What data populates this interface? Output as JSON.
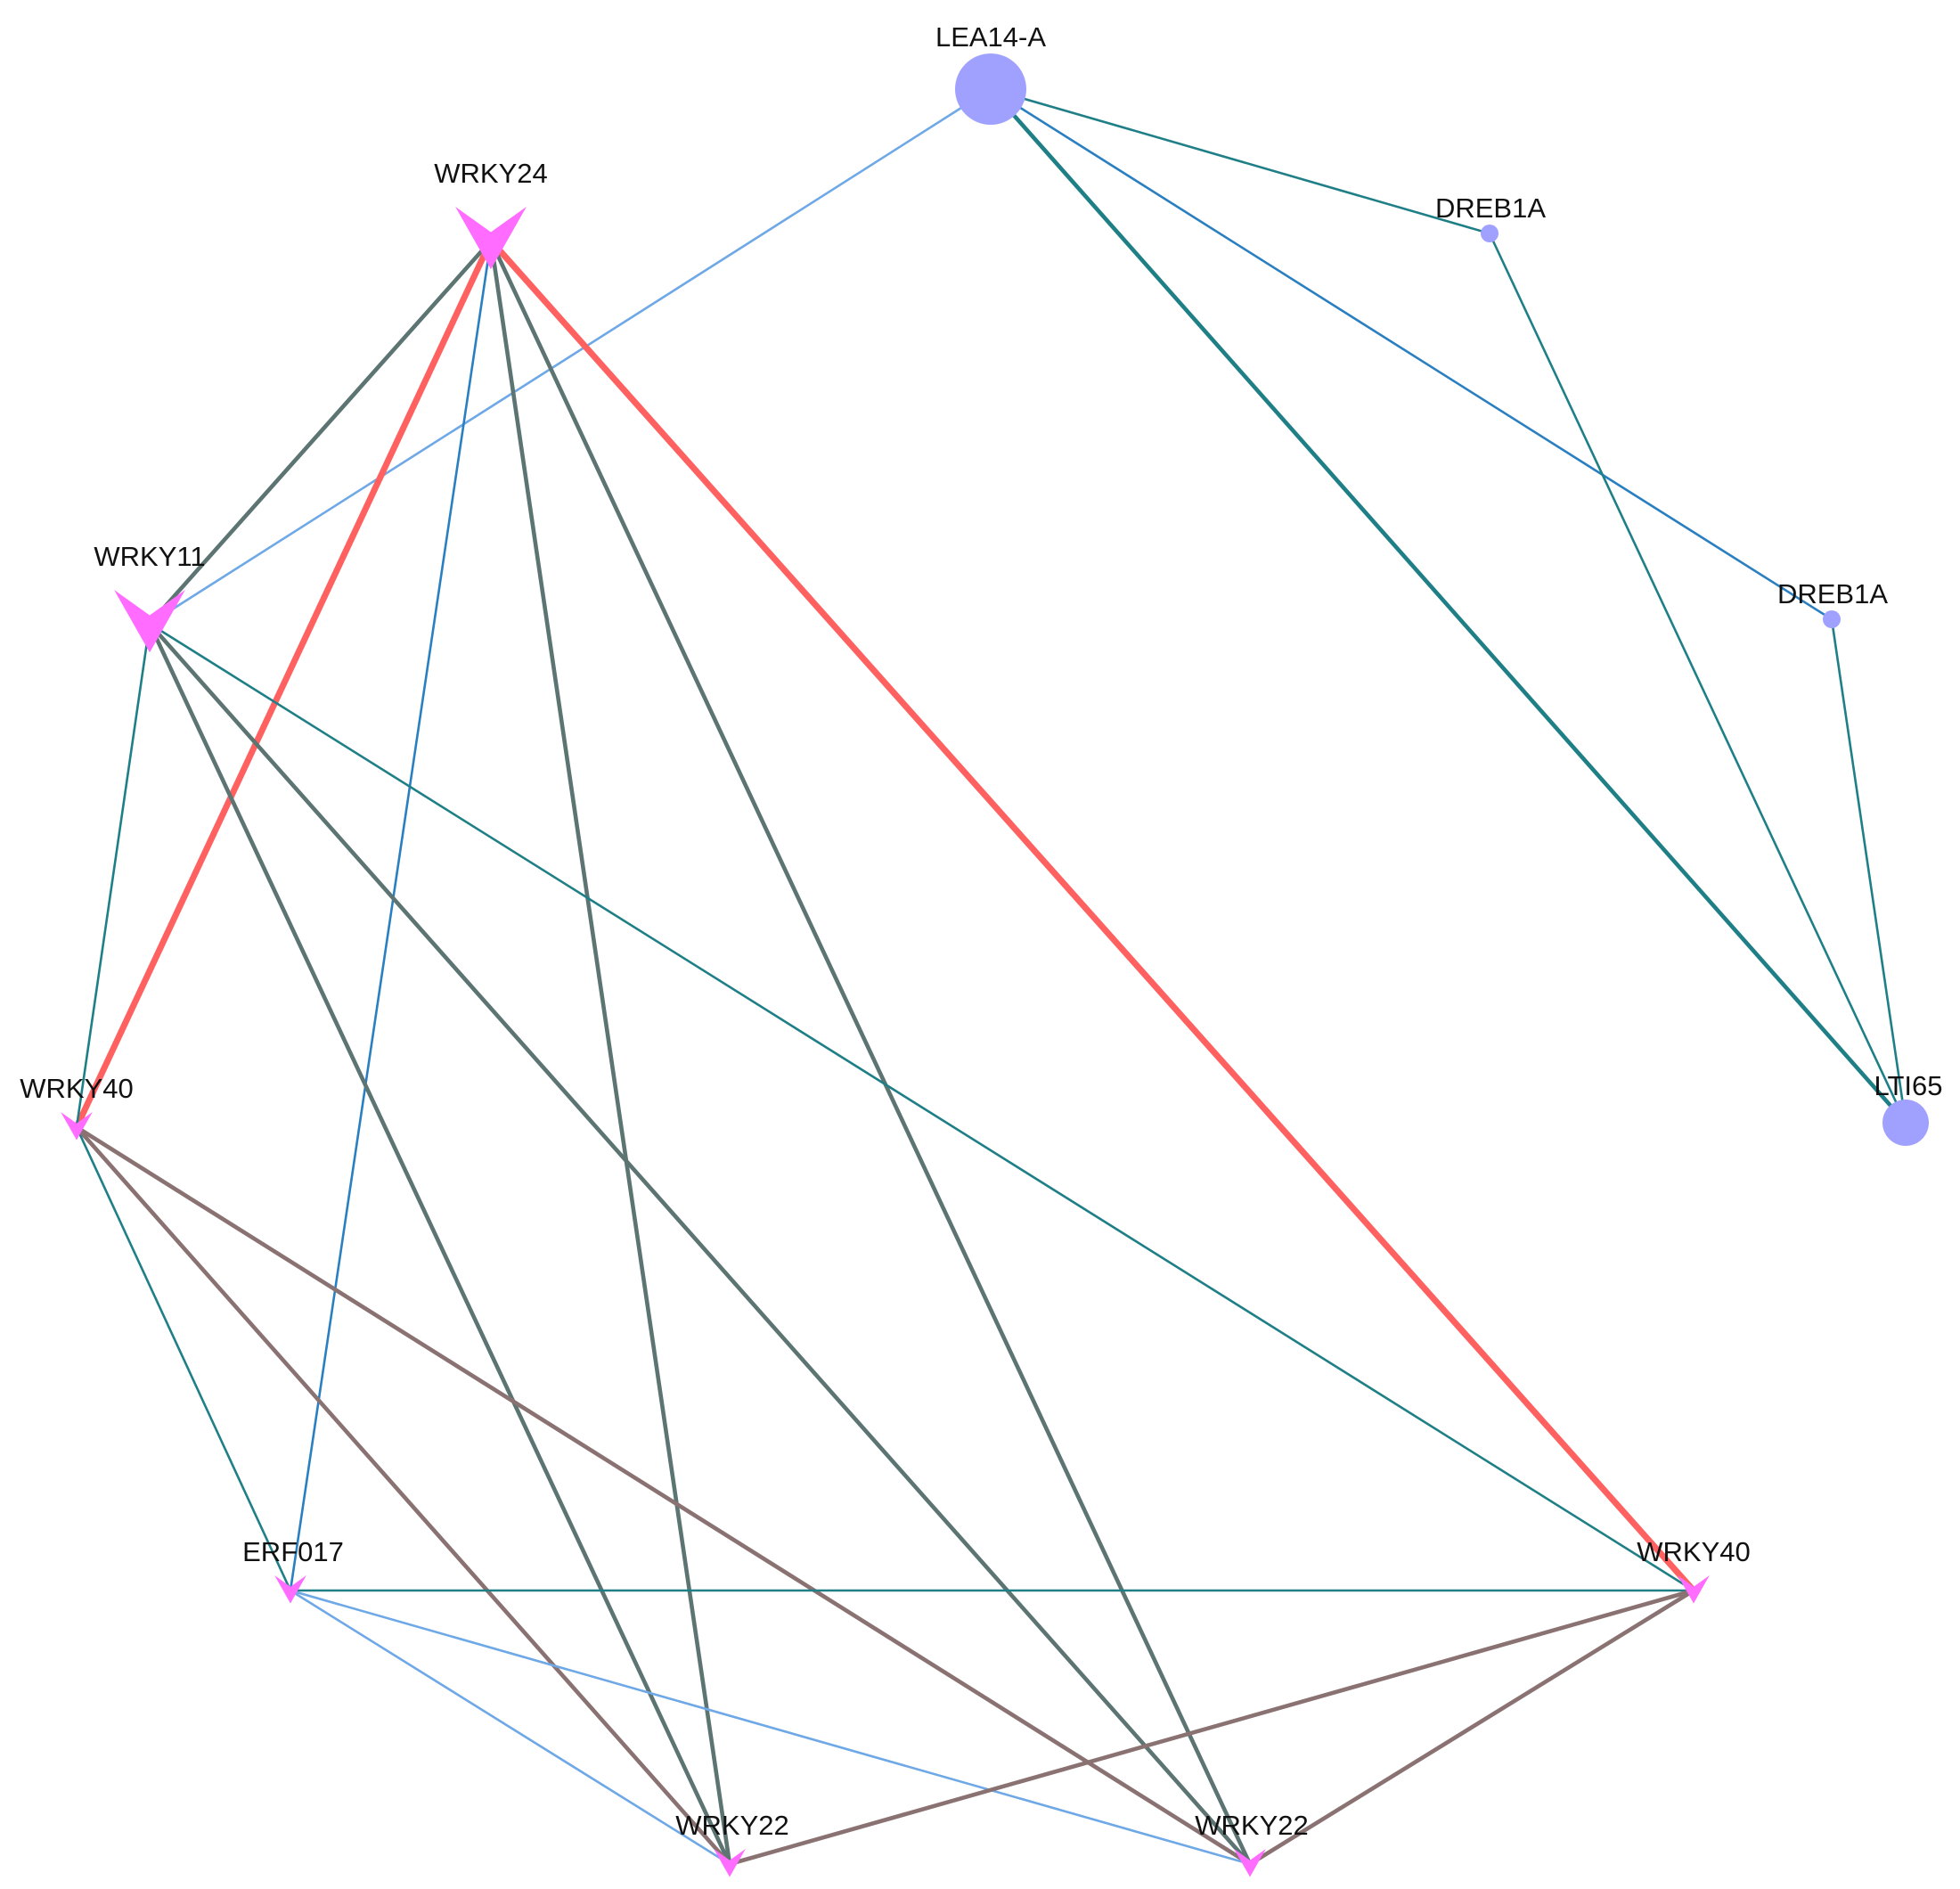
{
  "colors": {
    "background": "#ffffff",
    "circle_node": "#a0a0ff",
    "arrow_node": "#ff6cff",
    "edge_teal": "#1f7f86",
    "edge_blue": "#2a7fc1",
    "edge_lightblue": "#6ea8e6",
    "edge_gray": "#5c7472",
    "edge_red": "#ff6060",
    "edge_brown": "#8a7272"
  },
  "nodes": [
    {
      "id": "lea14a",
      "label": "LEA14-A",
      "shape": "circle-large"
    },
    {
      "id": "dreb1a_1",
      "label": "DREB1A",
      "shape": "circle-small"
    },
    {
      "id": "dreb1a_2",
      "label": "DREB1A",
      "shape": "circle-small"
    },
    {
      "id": "lti65",
      "label": "LTI65",
      "shape": "circle-medium"
    },
    {
      "id": "wrky24",
      "label": "WRKY24",
      "shape": "arrow-large"
    },
    {
      "id": "wrky11",
      "label": "WRKY11",
      "shape": "arrow-large"
    },
    {
      "id": "wrky40_l",
      "label": "WRKY40",
      "shape": "arrow-small"
    },
    {
      "id": "erf017",
      "label": "ERF017",
      "shape": "arrow-small"
    },
    {
      "id": "wrky22_l",
      "label": "WRKY22",
      "shape": "arrow-small"
    },
    {
      "id": "wrky22_r",
      "label": "WRKY22",
      "shape": "arrow-small"
    },
    {
      "id": "wrky40_r",
      "label": "WRKY40",
      "shape": "arrow-small"
    }
  ],
  "edges": [
    {
      "from": "lea14a",
      "to": "dreb1a_1",
      "color": "edge_teal",
      "weight": "thin"
    },
    {
      "from": "lea14a",
      "to": "dreb1a_2",
      "color": "edge_blue",
      "weight": "thin"
    },
    {
      "from": "lea14a",
      "to": "lti65",
      "color": "edge_teal",
      "weight": "medium"
    },
    {
      "from": "lea14a",
      "to": "wrky11",
      "color": "edge_lightblue",
      "weight": "thin"
    },
    {
      "from": "dreb1a_1",
      "to": "lti65",
      "color": "edge_teal",
      "weight": "thin"
    },
    {
      "from": "dreb1a_2",
      "to": "lti65",
      "color": "edge_teal",
      "weight": "thin"
    },
    {
      "from": "wrky24",
      "to": "wrky11",
      "color": "edge_gray",
      "weight": "medium"
    },
    {
      "from": "wrky24",
      "to": "wrky40_l",
      "color": "edge_red",
      "weight": "thick"
    },
    {
      "from": "wrky24",
      "to": "erf017",
      "color": "edge_blue",
      "weight": "thin"
    },
    {
      "from": "wrky24",
      "to": "wrky22_l",
      "color": "edge_gray",
      "weight": "medium"
    },
    {
      "from": "wrky24",
      "to": "wrky22_r",
      "color": "edge_gray",
      "weight": "medium"
    },
    {
      "from": "wrky24",
      "to": "wrky40_r",
      "color": "edge_red",
      "weight": "thick"
    },
    {
      "from": "wrky11",
      "to": "wrky40_l",
      "color": "edge_teal",
      "weight": "thin"
    },
    {
      "from": "wrky11",
      "to": "wrky22_l",
      "color": "edge_gray",
      "weight": "medium"
    },
    {
      "from": "wrky11",
      "to": "wrky22_r",
      "color": "edge_gray",
      "weight": "medium"
    },
    {
      "from": "wrky11",
      "to": "wrky40_r",
      "color": "edge_teal",
      "weight": "thin"
    },
    {
      "from": "wrky40_l",
      "to": "erf017",
      "color": "edge_teal",
      "weight": "thin"
    },
    {
      "from": "wrky40_l",
      "to": "wrky22_l",
      "color": "edge_brown",
      "weight": "medium"
    },
    {
      "from": "wrky40_l",
      "to": "wrky22_r",
      "color": "edge_brown",
      "weight": "medium"
    },
    {
      "from": "erf017",
      "to": "wrky40_r",
      "color": "edge_teal",
      "weight": "thin"
    },
    {
      "from": "erf017",
      "to": "wrky22_l",
      "color": "edge_lightblue",
      "weight": "thin"
    },
    {
      "from": "erf017",
      "to": "wrky22_r",
      "color": "edge_lightblue",
      "weight": "thin"
    },
    {
      "from": "wrky40_r",
      "to": "wrky22_l",
      "color": "edge_brown",
      "weight": "medium"
    },
    {
      "from": "wrky40_r",
      "to": "wrky22_r",
      "color": "edge_brown",
      "weight": "medium"
    }
  ]
}
